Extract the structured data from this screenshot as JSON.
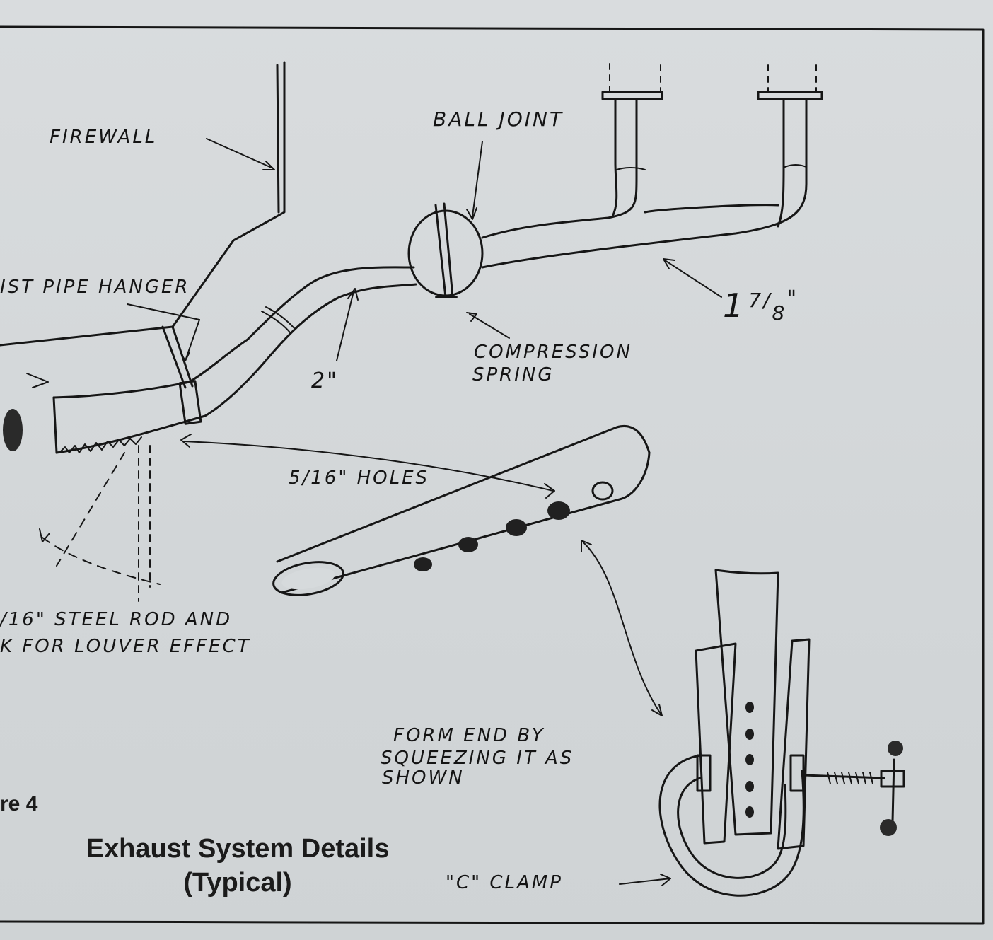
{
  "figure": {
    "label": "re 4",
    "caption_line1": "Exhaust System Details",
    "caption_line2": "(Typical)"
  },
  "labels": {
    "firewall": "FIREWALL",
    "ball_joint": "BALL JOINT",
    "pipe_hanger": "IST PIPE HANGER",
    "size_main": "1 7/8\"",
    "size_main_whole": "1",
    "size_main_num": "7",
    "size_main_den": "8",
    "size_main_quote": "\"",
    "size_pipe": "2\"",
    "compression_1": "COMPRESSION",
    "compression_2": "SPRING",
    "holes": "5/16\" HOLES",
    "rod_1": "/16\" STEEL ROD AND",
    "rod_2": "K FOR LOUVER EFFECT",
    "form_1": "FORM END BY",
    "form_2": "SQUEEZING IT AS",
    "form_3": "SHOWN",
    "clamp": "\"C\" CLAMP"
  },
  "colors": {
    "paper": "#d3d7d9",
    "ink": "#161616"
  }
}
